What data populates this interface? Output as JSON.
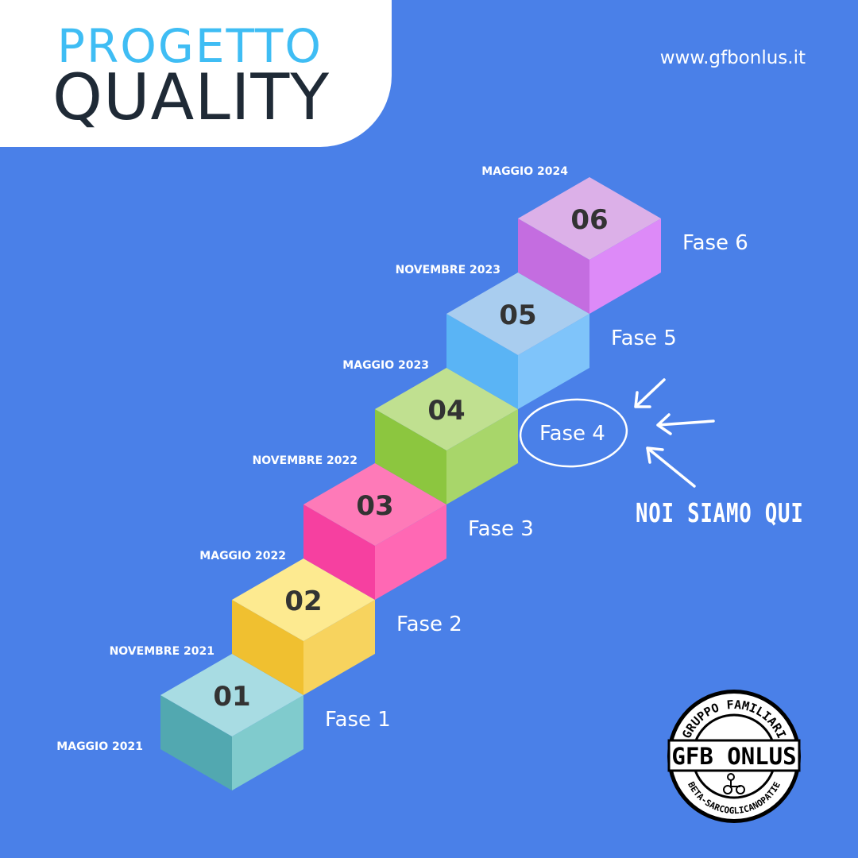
{
  "header": {
    "title_line1": "PROGETTO",
    "title_line2": "QUALITY",
    "website": "www.gfbonlus.it"
  },
  "steps": [
    {
      "number": "01",
      "phase": "Fase 1",
      "date": "MAGGIO 2021",
      "colors": {
        "top": "#a8dce3",
        "left": "#52a8b0",
        "right": "#80cbcd"
      }
    },
    {
      "number": "02",
      "phase": "Fase 2",
      "date": "NOVEMBRE 2021",
      "colors": {
        "top": "#fdea90",
        "left": "#f0c030",
        "right": "#f7d35e"
      }
    },
    {
      "number": "03",
      "phase": "Fase 3",
      "date": "MAGGIO 2022",
      "colors": {
        "top": "#fe7ab8",
        "left": "#f640a0",
        "right": "#ff68b4"
      }
    },
    {
      "number": "04",
      "phase": "Fase 4",
      "date": "NOVEMBRE 2022",
      "colors": {
        "top": "#c0e090",
        "left": "#8cc63f",
        "right": "#a8d66a"
      }
    },
    {
      "number": "05",
      "phase": "Fase 5",
      "date": "MAGGIO 2023",
      "colors": {
        "top": "#a9cdef",
        "left": "#5ab4f5",
        "right": "#7fc4fa"
      }
    },
    {
      "number": "06",
      "phase": "Fase 6",
      "date": "NOVEMBRE 2023",
      "colors": {
        "top": "#dcb0e8",
        "left": "#c46de0",
        "right": "#dd8af8"
      }
    }
  ],
  "final_date": "MAGGIO 2024",
  "current_marker": {
    "text": "NOI SIAMO QUI",
    "current_step": 4
  },
  "logo": {
    "top_text": "GRUPPO FAMILIARI",
    "center_text": "GFB ONLUS",
    "bottom_text": "BETA-SARCOGLICANOPATIE"
  }
}
